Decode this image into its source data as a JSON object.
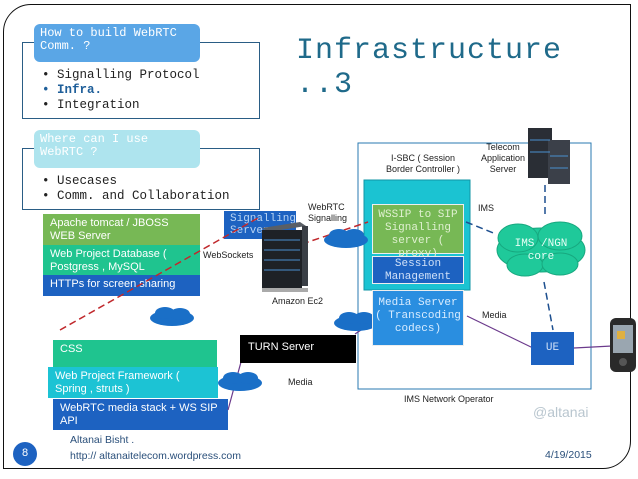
{
  "slide": {
    "title": "Infrastructure ..3",
    "page_number": "8",
    "author": "Altanai Bisht .",
    "url": "http:// altanaitelecom.wordpress.com",
    "date": "4/19/2015",
    "watermark": "@altanai"
  },
  "questions": [
    {
      "label": "How to build WebRTC Comm. ?",
      "bullets": [
        "Signalling Protocol",
        "Infra.",
        "Integration"
      ],
      "highlighted_index": 1,
      "label_color": "#5aa6e6"
    },
    {
      "label": "Where can I use WebRTC ?",
      "bullets": [
        "Usecases",
        "Comm. and Collaboration"
      ],
      "label_color": "#aee4ee"
    }
  ],
  "web_stack_top": [
    {
      "text": "Apache tomcat / JBOSS WEB Server",
      "color": "#77b855"
    },
    {
      "text": "Web Project Database ( Postgress , MySQL",
      "color": "#1fc48f"
    },
    {
      "text": "HTTPs for screen sharing",
      "color": "#1d62c1"
    }
  ],
  "web_stack_bottom": [
    {
      "text": "CSS",
      "color": "#1fc48f"
    },
    {
      "text": "Web Project Framework ( Spring , struts )",
      "color": "#1cc3d4"
    },
    {
      "text": "WebRTC media stack + WS SIP API",
      "color": "#1d62c1"
    }
  ],
  "signalling_server": {
    "label": "Signalling Server",
    "color": "#1d62c1"
  },
  "labels": {
    "websockets": "WebSockets",
    "amazon": "Amazon Ec2",
    "webrtc_signalling": "WebRTC Signalling",
    "turn": "TURN Server",
    "media_left": "Media",
    "media_right": "Media",
    "ims": "IMS",
    "isbc": "I-SBC ( Session Border Controller )",
    "telecom_app": "Telecom Application Server",
    "ims_operator": "IMS Network Operator"
  },
  "isbc_blocks": [
    {
      "text": "WSSIP to SIP Signalling server ( proxy)",
      "color": "#77b855"
    },
    {
      "text": "Session Management",
      "color": "#1d62c1"
    },
    {
      "text": "Media Server ( Transcoding codecs)",
      "color": "#2a8ee0"
    }
  ],
  "ims_core": {
    "label": "IMS /NGN core",
    "color": "#1fc99a"
  },
  "ue": {
    "label": "UE",
    "color": "#1d62c1"
  },
  "colors": {
    "accent": "#1f6a8a",
    "cloud_blue": "#1a6fc7",
    "isbc_bg": "#1bc3d2",
    "link_red": "#c0282c",
    "link_purple": "#6b3a8c",
    "dash_blue": "#1d4f8f"
  }
}
